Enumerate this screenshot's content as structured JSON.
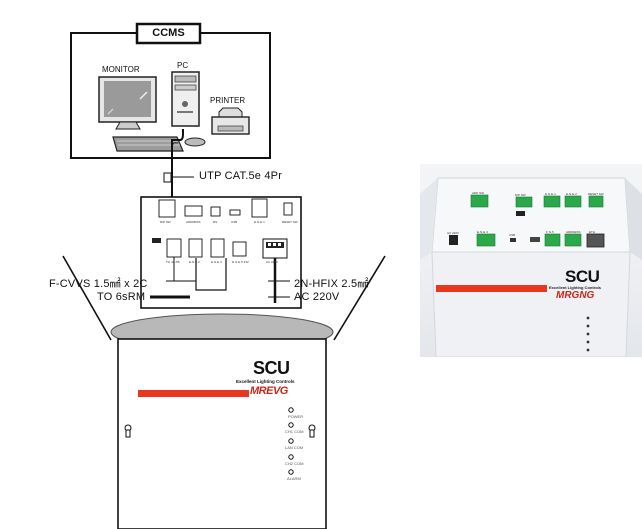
{
  "title_box": {
    "label": "CCMS"
  },
  "pc_group": {
    "monitor_label": "MONITOR",
    "pc_label": "PC",
    "printer_label": "PRINTER"
  },
  "cable_top": {
    "label": "UTP CAT.5e 4Pr"
  },
  "cable_left": {
    "line1": "F-CVVS 1.5㎟ x 2C",
    "line2": "TO 6sRM"
  },
  "cable_right": {
    "line1": "2N-HFIX 2.5㎟",
    "line2": "AC 220V"
  },
  "connector_panel": {
    "top_ports": [
      "DIP SW",
      "ADDRESS",
      "RS",
      "USB",
      "E·N·E·1",
      "RESET SW"
    ],
    "bottom_ports": [
      "TO 4A-TB",
      "E·N·E·2",
      "E·N·E·3",
      "R·S·E·5 232",
      "AC 220V"
    ]
  },
  "unit_front": {
    "brand": "SCU",
    "tagline": "Excellent Lighting Controls",
    "maker": "MREVG",
    "leds": [
      "POWER",
      "CH1 COM",
      "LAN COM",
      "CH2 COM",
      "ALARM"
    ]
  },
  "photo": {
    "brand": "SCU",
    "tagline": "Excellent Lighting Controls",
    "maker": "MRGNG",
    "port_labels": [
      "ADD SW",
      "DIP SW",
      "E·N·E·1",
      "E·N·E·2",
      "RESET SW",
      "AC 220V",
      "E·N·E·3",
      "USB",
      "F·N·5",
      "ADDRESS",
      "ETH"
    ]
  },
  "colors": {
    "accent_red": "#e8371e",
    "maker_red": "#c8281b",
    "line": "#111111",
    "ellipse_fill": "#b8b8b8",
    "terminal_green": "#2aa84a"
  }
}
